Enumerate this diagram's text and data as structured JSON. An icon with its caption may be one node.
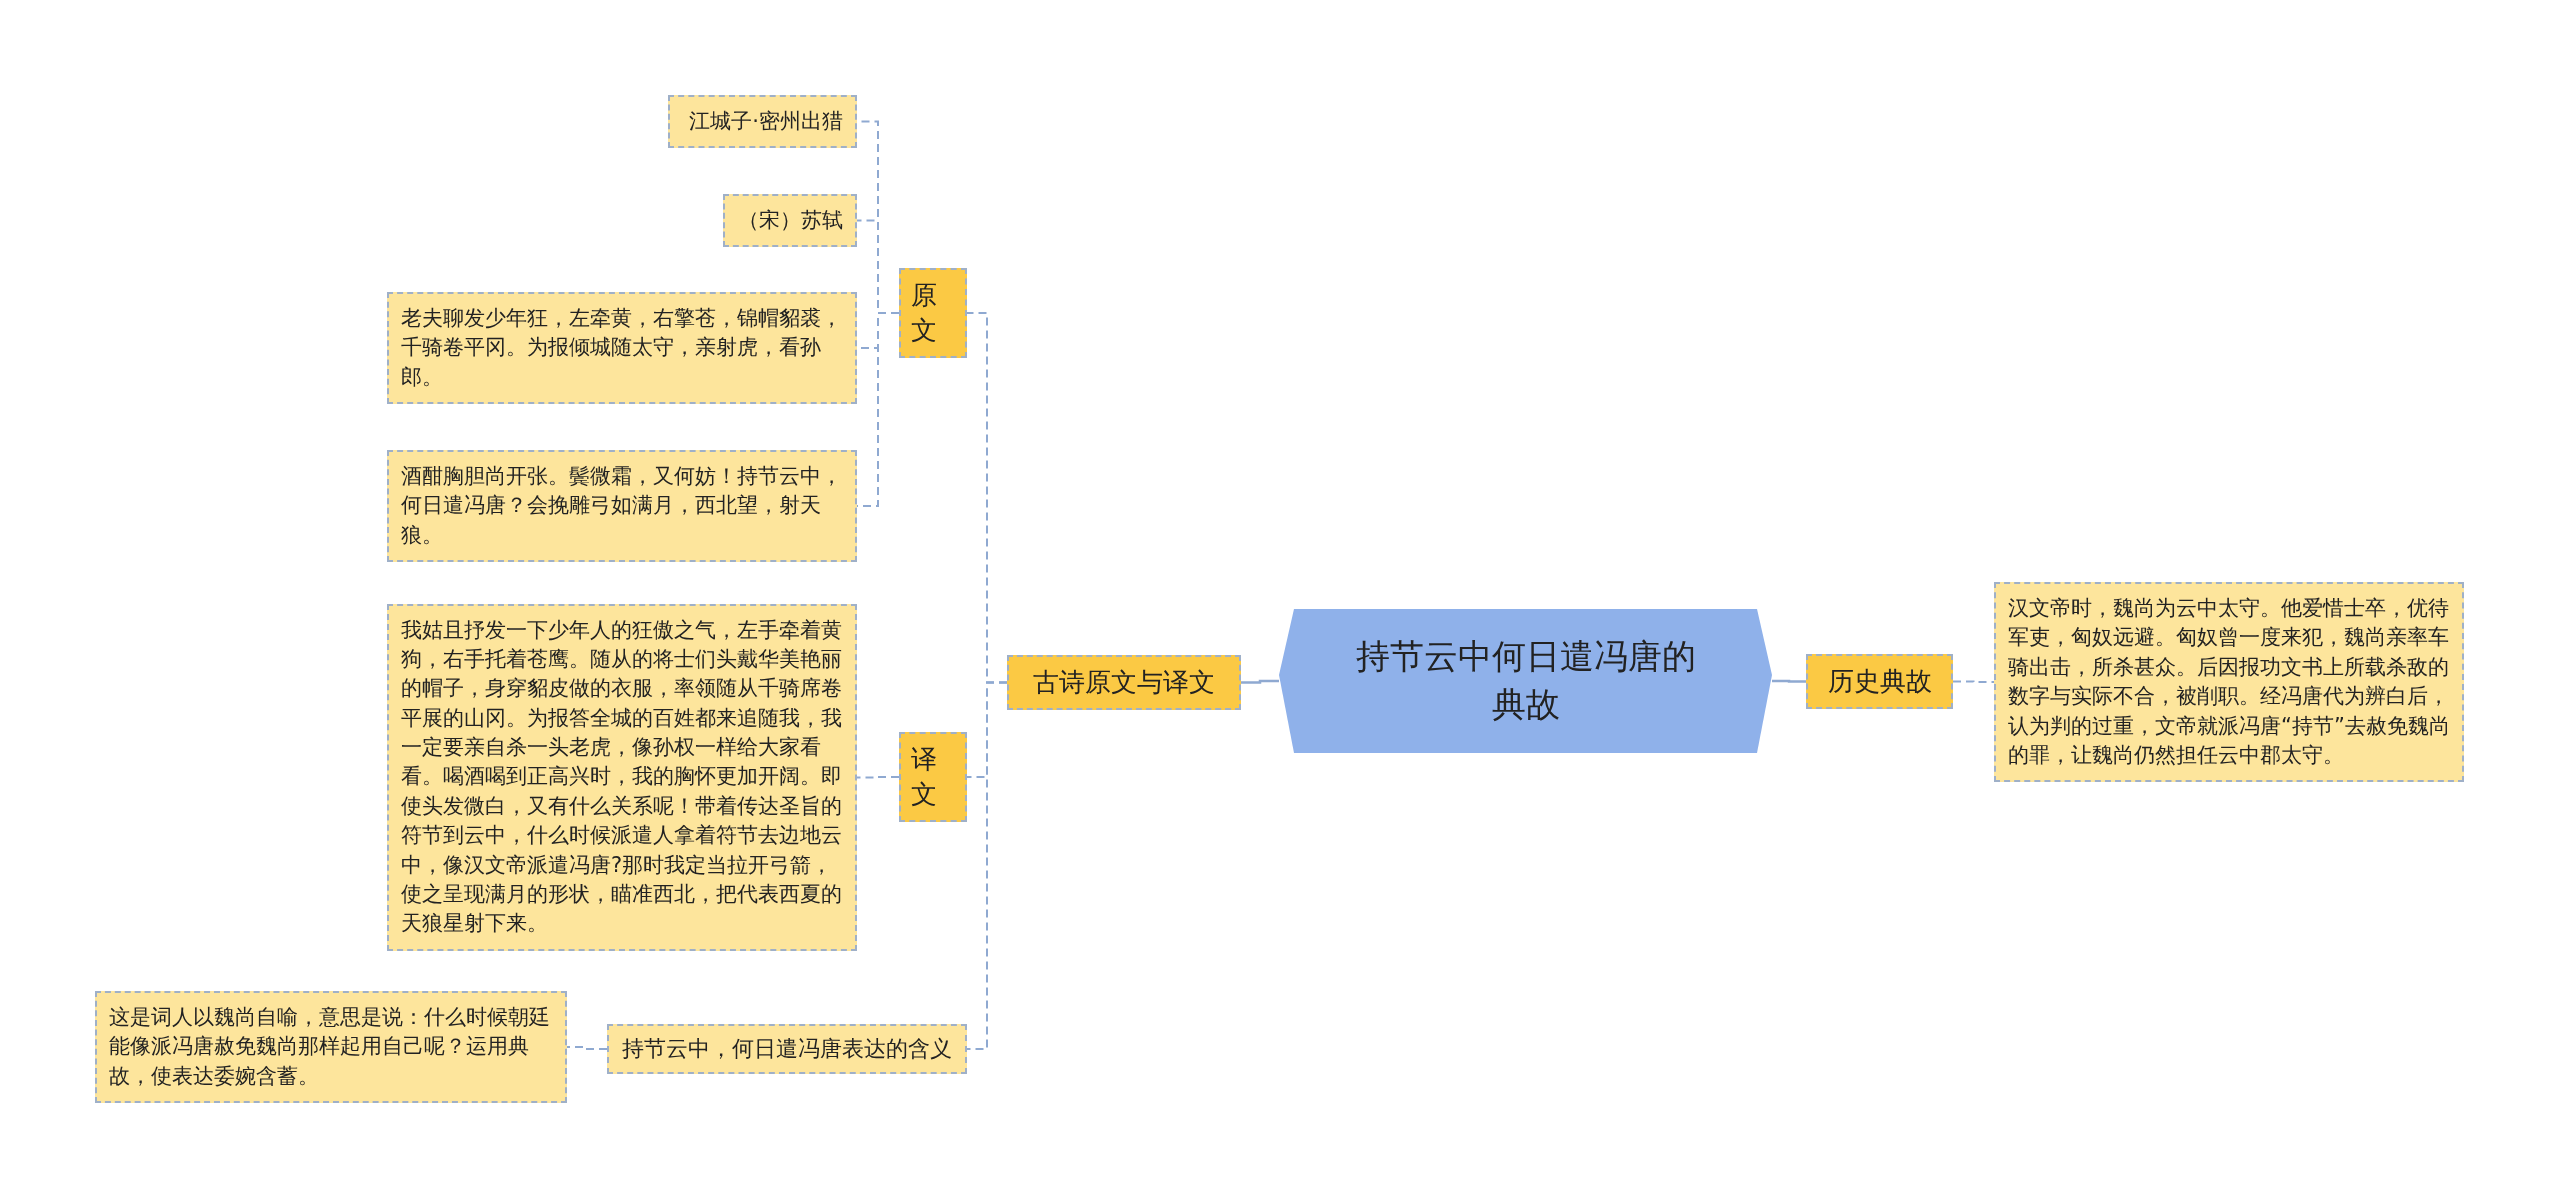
{
  "diagram": {
    "nodes": [
      {
        "text": [
          "持节云中何日遣冯唐的典故"
        ]
      },
      {
        "text": [
          "古诗原文与译文"
        ]
      },
      {
        "text": [
          "原文"
        ]
      },
      {
        "text": [
          "江城子·密州出猎"
        ]
      },
      {
        "text": [
          "（宋）苏轼"
        ]
      },
      {
        "text": [
          "老夫聊发少年狂，左牵黄，右擎苍，锦帽貂裘，千骑卷平冈。为报倾城随太守，亲射虎，看孙郎。"
        ]
      },
      {
        "text": [
          "酒酣胸胆尚开张。鬓微霜，又何妨！持节云中，何日遣冯唐？会挽雕弓如满月，西北望，射天狼。"
        ]
      },
      {
        "text": [
          "译文"
        ]
      },
      {
        "text": [
          "我姑且抒发一下少年人的狂傲之气，左手牵着黄狗，右手托着苍鹰。随从的将士们头戴华美艳丽的帽子，身穿貂皮做的衣服，率领随从千骑席卷平展的山冈。为报答全城的百姓都来追随我，我一定要亲自杀一头老虎，像孙权一样给大家看看。喝酒喝到正高兴时，我的胸怀更加开阔。即使头发微白，又有什么关系呢！带着传达圣旨的符节到云中，什么时候派遣人拿着符节去边地云中，像汉文帝派遣冯唐?那时我定当拉开弓箭，使之呈现满月的形状，瞄准西北，把代表西夏的天狼星射下来。"
        ]
      },
      {
        "text": [
          "持节云中，何日遣冯唐表达的含义"
        ]
      },
      {
        "text": [
          "这是词人以魏尚自喻，意思是说：什么时候朝廷能像派冯唐赦免魏尚那样起用自己呢？运用典故，使表达委婉含蓄。"
        ]
      },
      {
        "text": [
          "历史典故"
        ]
      },
      {
        "text": [
          "汉文帝时，魏尚为云中太守。他爱惜士卒，优待军吏，匈奴远避。匈奴曾一度来犯，魏尚亲率车骑出击，所杀甚众。后因报功文书上所载杀敌的数字与实际不合，被削职。经冯唐代为辨白后，认为判的过重，文帝就派冯唐“持节”去赦免魏尚的罪，让魏尚仍然担任云中郡太守。"
        ]
      }
    ],
    "edges": [
      {
        "from": 0,
        "to": 1,
        "arrow": "none"
      },
      {
        "from": 1,
        "to": 2,
        "arrow": "none",
        "style": "dashed"
      },
      {
        "from": 1,
        "to": 7,
        "arrow": "none",
        "style": "dashed"
      },
      {
        "from": 1,
        "to": 9,
        "arrow": "none",
        "style": "dashed"
      },
      {
        "from": 2,
        "to": 3,
        "arrow": "none",
        "style": "dashed"
      },
      {
        "from": 2,
        "to": 4,
        "arrow": "none",
        "style": "dashed"
      },
      {
        "from": 2,
        "to": 5,
        "arrow": "none",
        "style": "dashed"
      },
      {
        "from": 2,
        "to": 6,
        "arrow": "none",
        "style": "dashed"
      },
      {
        "from": 7,
        "to": 8,
        "arrow": "none",
        "style": "dashed"
      },
      {
        "from": 9,
        "to": 10,
        "arrow": "none",
        "style": "dashed"
      },
      {
        "from": 0,
        "to": 11,
        "arrow": "none"
      },
      {
        "from": 11,
        "to": 12,
        "arrow": "none",
        "style": "dashed"
      }
    ]
  }
}
